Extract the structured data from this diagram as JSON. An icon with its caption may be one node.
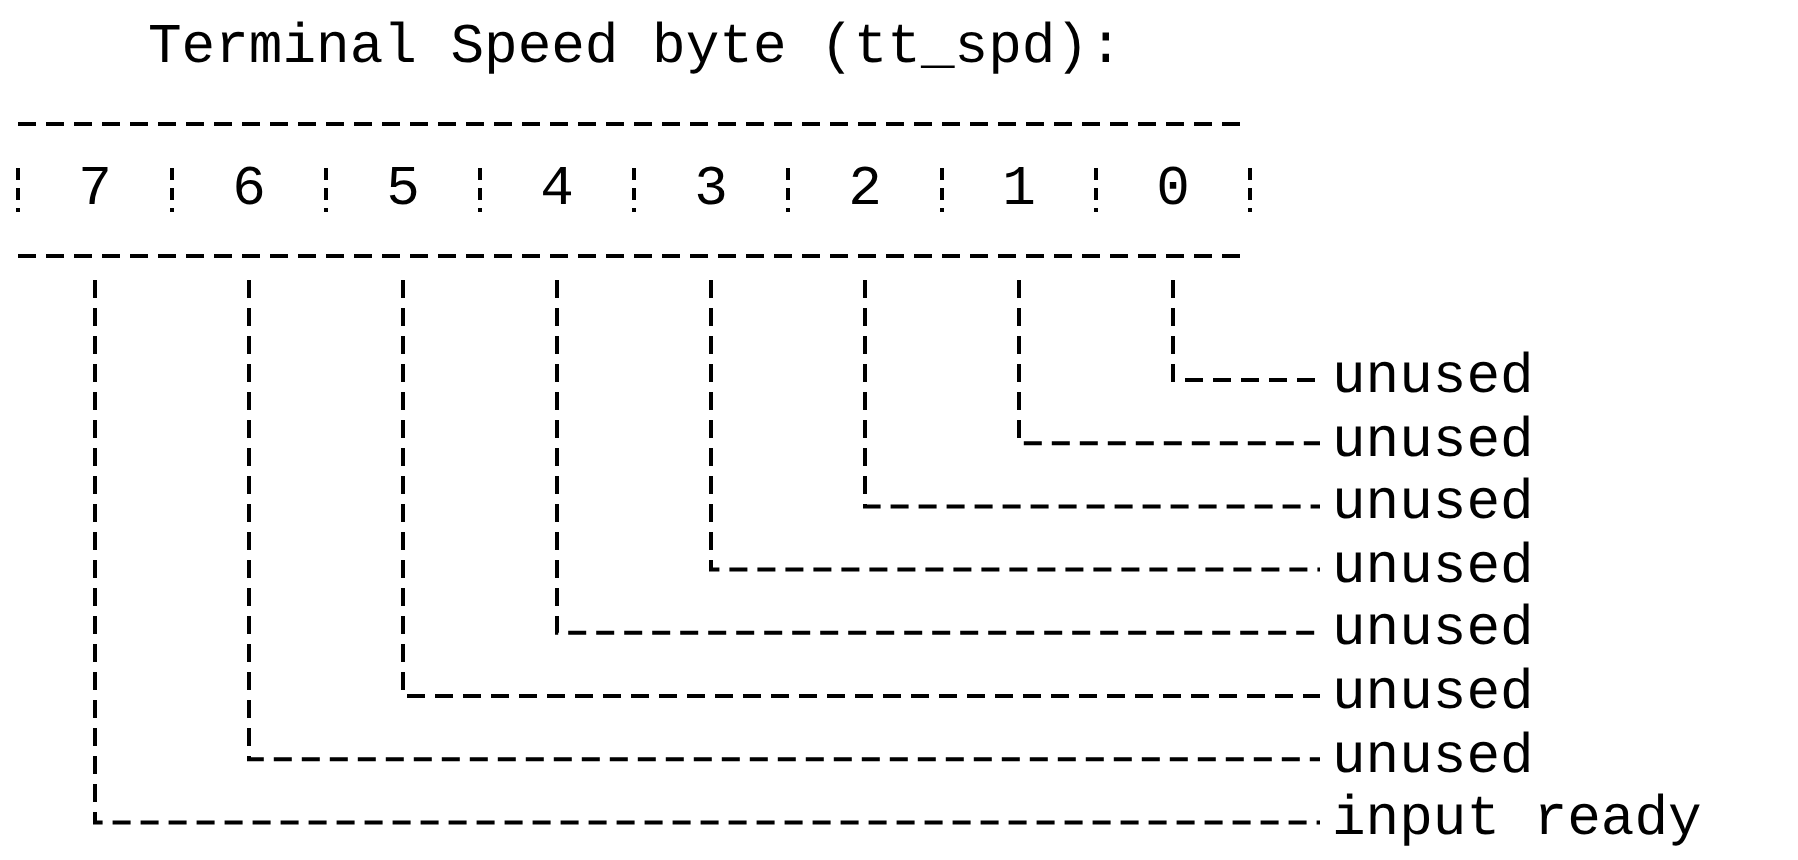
{
  "diagram": {
    "title": "Terminal Speed byte (tt_spd):",
    "nodes": [
      {
        "text": [
          "7"
        ]
      },
      {
        "text": [
          "6"
        ]
      },
      {
        "text": [
          "5"
        ]
      },
      {
        "text": [
          "4"
        ]
      },
      {
        "text": [
          "3"
        ]
      },
      {
        "text": [
          "2"
        ]
      },
      {
        "text": [
          "1"
        ]
      },
      {
        "text": [
          "0"
        ]
      },
      {
        "text": [
          "unused"
        ]
      },
      {
        "text": [
          "unused"
        ]
      },
      {
        "text": [
          "unused"
        ]
      },
      {
        "text": [
          "unused"
        ]
      },
      {
        "text": [
          "unused"
        ]
      },
      {
        "text": [
          "unused"
        ]
      },
      {
        "text": [
          "unused"
        ]
      },
      {
        "text": [
          "input ready"
        ]
      }
    ],
    "edges": [
      {
        "from": 7,
        "to": 8,
        "arrow": "none",
        "style": "dashed"
      },
      {
        "from": 6,
        "to": 9,
        "arrow": "none",
        "style": "dashed"
      },
      {
        "from": 5,
        "to": 10,
        "arrow": "none",
        "style": "dashed"
      },
      {
        "from": 4,
        "to": 11,
        "arrow": "none",
        "style": "dashed"
      },
      {
        "from": 3,
        "to": 12,
        "arrow": "none",
        "style": "dashed"
      },
      {
        "from": 2,
        "to": 13,
        "arrow": "none",
        "style": "dashed"
      },
      {
        "from": 1,
        "to": 14,
        "arrow": "none",
        "style": "dashed"
      },
      {
        "from": 0,
        "to": 15,
        "arrow": "none",
        "style": "dashed"
      }
    ]
  }
}
